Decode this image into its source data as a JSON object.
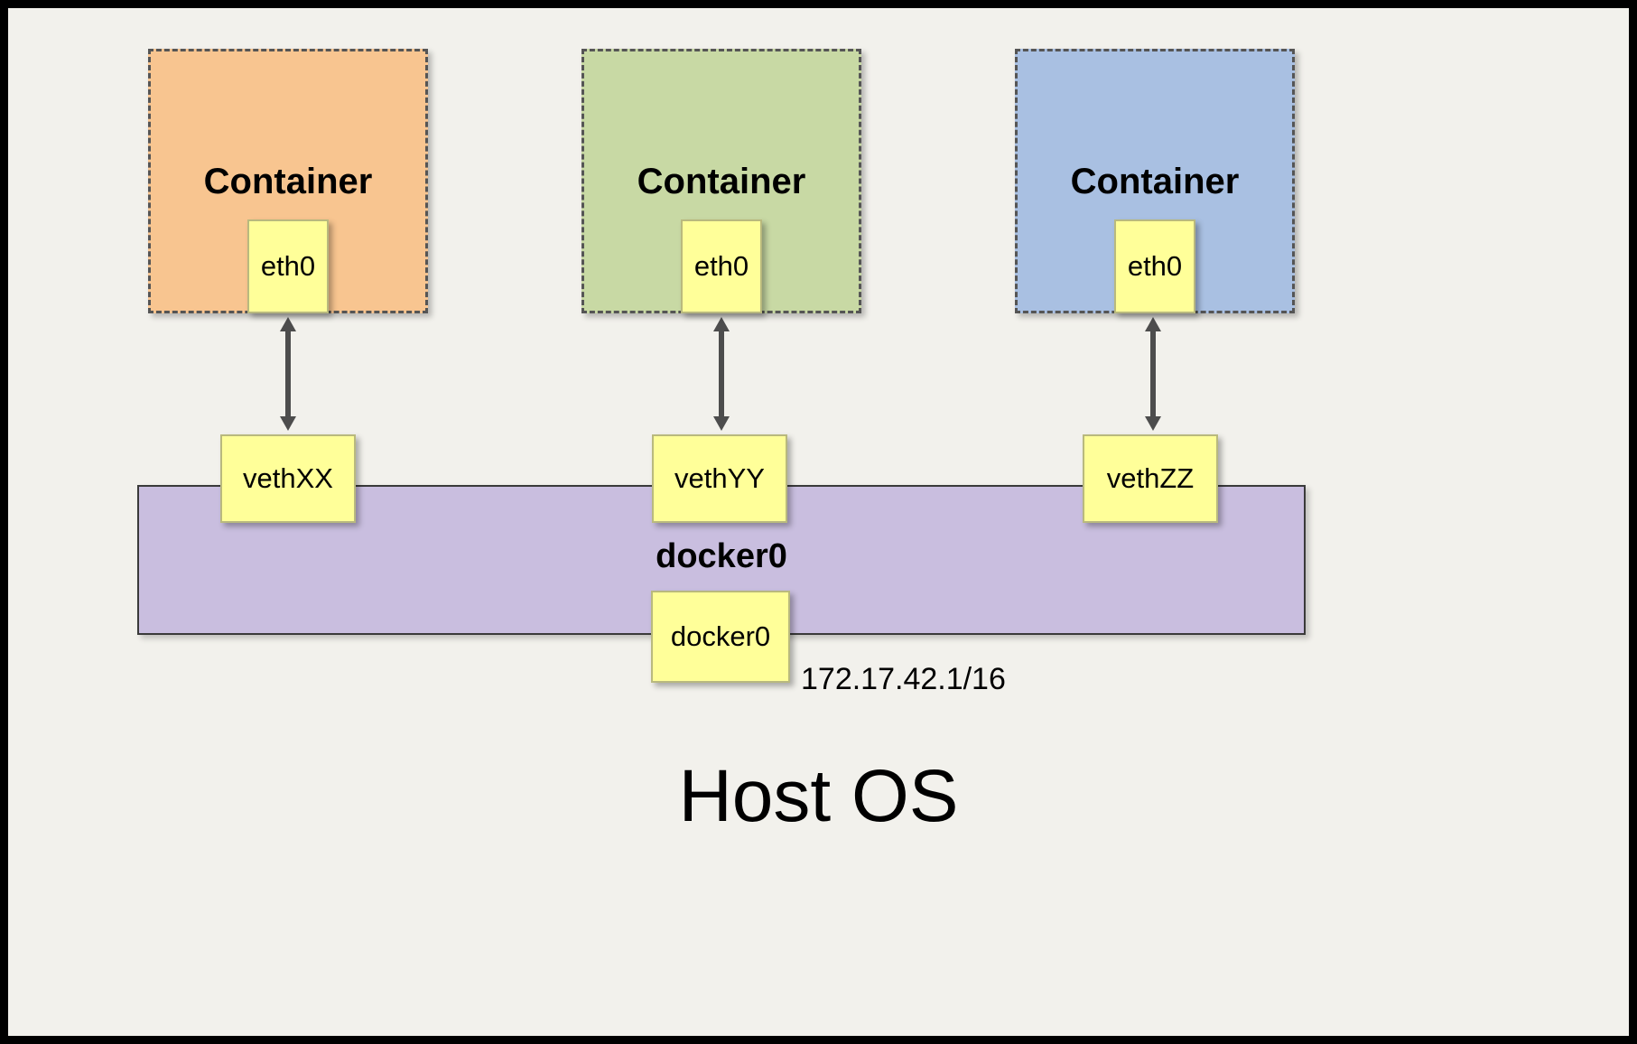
{
  "diagram": {
    "containers": [
      {
        "label": "Container",
        "eth_label": "eth0",
        "color": "#f8c590"
      },
      {
        "label": "Container",
        "eth_label": "eth0",
        "color": "#c8d9a4"
      },
      {
        "label": "Container",
        "eth_label": "eth0",
        "color": "#a9c0e2"
      }
    ],
    "veths": [
      {
        "label": "vethXX"
      },
      {
        "label": "vethYY"
      },
      {
        "label": "vethZZ"
      }
    ],
    "bridge": {
      "label": "docker0",
      "interface_label": "docker0",
      "ip": "172.17.42.1/16",
      "color": "#c9bedf"
    },
    "host": {
      "label": "Host OS"
    },
    "colors": {
      "background": "#f2f1ec",
      "note_yellow": "#ffff99",
      "arrow_gray": "#4d4d4d"
    }
  }
}
